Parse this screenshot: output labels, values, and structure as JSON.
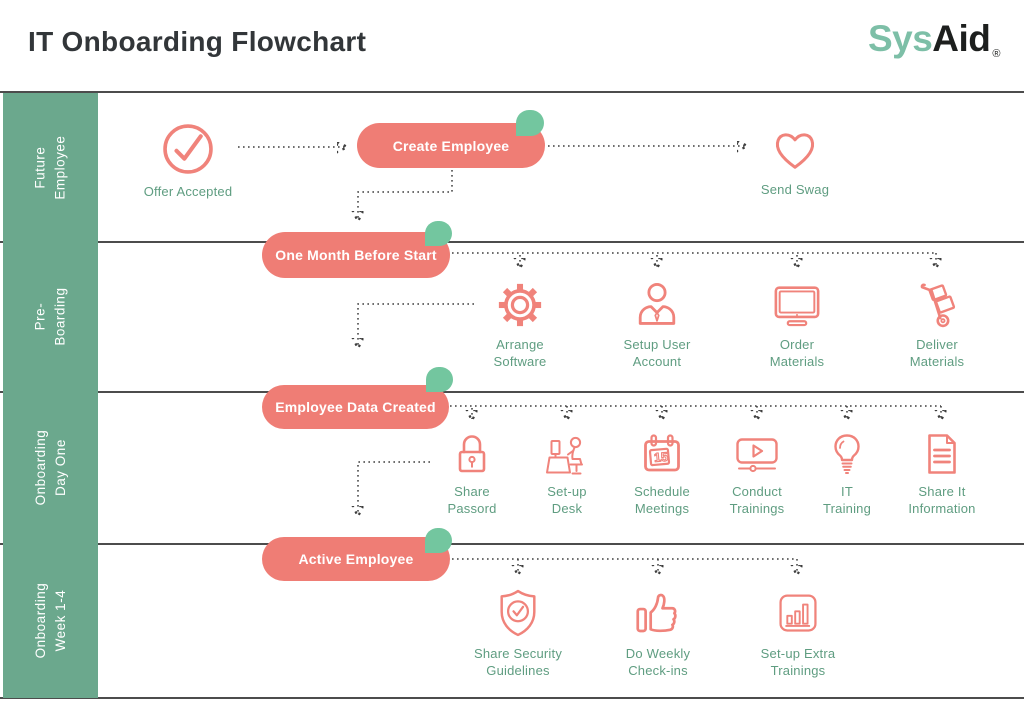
{
  "header": {
    "title": "IT Onboarding Flowchart",
    "logo": {
      "part1": "Sys",
      "part2": "Aid",
      "reg": "®"
    }
  },
  "lanes": [
    {
      "label": "Future\nEmployee"
    },
    {
      "label": "Pre-\nBoarding"
    },
    {
      "label": "Onboarding\nDay One"
    },
    {
      "label": "Onboarding\nWeek 1-4"
    }
  ],
  "nodes": [
    {
      "label": "Create Employee"
    },
    {
      "label": "One Month Before Start"
    },
    {
      "label": "Employee Data Created"
    },
    {
      "label": "Active Employee"
    }
  ],
  "steps": {
    "offer_accepted": {
      "label": "Offer Accepted",
      "icon": "check-circle"
    },
    "send_swag": {
      "label": "Send Swag",
      "icon": "heart"
    },
    "pre_boarding": [
      {
        "label": "Arrange\nSoftware",
        "icon": "gear"
      },
      {
        "label": "Setup User\nAccount",
        "icon": "user"
      },
      {
        "label": "Order\nMaterials",
        "icon": "monitor"
      },
      {
        "label": "Deliver\nMaterials",
        "icon": "hand-truck"
      }
    ],
    "day_one": [
      {
        "label": "Share\nPassord",
        "icon": "padlock"
      },
      {
        "label": "Set-up\nDesk",
        "icon": "desk-person"
      },
      {
        "label": "Schedule\nMeetings",
        "icon": "calendar"
      },
      {
        "label": "Conduct\nTrainings",
        "icon": "video-player"
      },
      {
        "label": "IT\nTraining",
        "icon": "lightbulb"
      },
      {
        "label": "Share It\nInformation",
        "icon": "document"
      }
    ],
    "week_1_4": [
      {
        "label": "Share Security\nGuidelines",
        "icon": "shield-check"
      },
      {
        "label": "Do Weekly\nCheck-ins",
        "icon": "thumbs-up"
      },
      {
        "label": "Set-up Extra\nTrainings",
        "icon": "bar-chart"
      }
    ]
  },
  "misc": {
    "calendar_day": "15"
  },
  "colors": {
    "salmon": "#ef7d75",
    "icon_salmon": "#f0837b",
    "lane_green": "#6ba88d",
    "leaf_green": "#73c69f",
    "label_green": "#5f9d81",
    "title": "#323639",
    "logo_green": "#7dbfa7",
    "connector": "#3f3f3f"
  }
}
